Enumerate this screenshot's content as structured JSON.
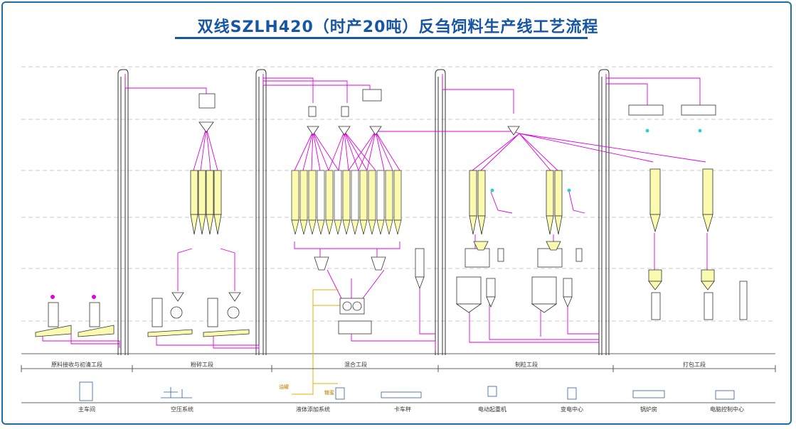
{
  "title": "双线SZLH420（时产20吨）反刍饲料生产线工艺流程",
  "sections": [
    "原料接收与初清工段",
    "粉碎工段",
    "混合工段",
    "制粒工段",
    "打包工段"
  ],
  "utilities": [
    "主车间",
    "空压系统",
    "液体添加系统",
    "卡车秤",
    "电动起重机",
    "变电中心",
    "锅炉房",
    "电脑控制中心"
  ],
  "liquid_labels": {
    "oil": "油罐",
    "molasses": "糖蜜"
  },
  "colors": {
    "title": "#1656a3",
    "frame": "#1d6fa8",
    "conveying_line": "#e000e0",
    "bin_fill": "#fbfbb0",
    "liquid_line": "#e0b000",
    "equipment": "#333333"
  }
}
